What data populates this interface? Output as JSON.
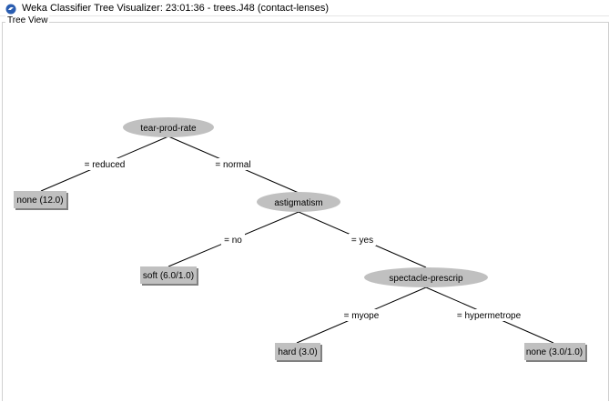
{
  "window": {
    "title": "Weka Classifier Tree Visualizer: 23:01:36 - trees.J48 (contact-lenses)",
    "icon": "weka-bird-icon"
  },
  "panel": {
    "legend": "Tree View"
  },
  "tree": {
    "nodes": {
      "tear_prod_rate": "tear-prod-rate",
      "astigmatism": "astigmatism",
      "spectacle_prescrip": "spectacle-prescrip"
    },
    "edges": {
      "reduced": "= reduced",
      "normal": "= normal",
      "no": "= no",
      "yes": "= yes",
      "myope": "= myope",
      "hypermetrope": "= hypermetrope"
    },
    "leaves": {
      "none_12": "none (12.0)",
      "soft": "soft (6.0/1.0)",
      "hard": "hard (3.0)",
      "none_3": "none (3.0/1.0)"
    }
  },
  "colors": {
    "node_fill": "#c0c0c0",
    "leaf_fill": "#c0c0c0",
    "edge": "#000000"
  }
}
